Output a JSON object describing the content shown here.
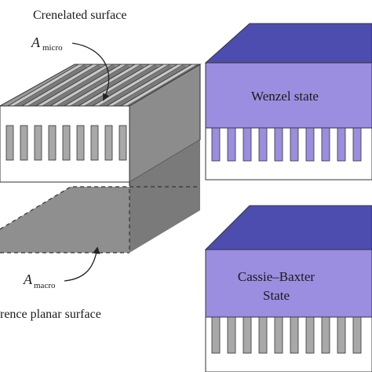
{
  "labels": {
    "crenelated_surface": "Crenelated surface",
    "a_symbol": "A",
    "micro_subscript": "micro",
    "macro_subscript": "macro",
    "reference_planar_surface": "rence planar surface",
    "wenzel_state": "Wenzel state",
    "cassie_baxter_line1": "Cassie–Baxter",
    "cassie_baxter_line2": "State"
  },
  "colors": {
    "outline": "#333333",
    "ridge_dark": "#7a7a7a",
    "ridge_mid": "#a8a8a8",
    "ridge_light": "#c8c8c8",
    "block_side": "#8c8c8c",
    "planar_fill": "#8f8f8f",
    "planar_side": "#7a7a7a",
    "liquid_top": "#4d4db0",
    "liquid_front": "#9b8ee0",
    "liquid_side": "#3f3fa0",
    "solid_white": "#ffffff"
  },
  "icons": {
    "micro_arrow": "curved-arrow-icon",
    "macro_arrow": "curved-arrow-icon"
  }
}
